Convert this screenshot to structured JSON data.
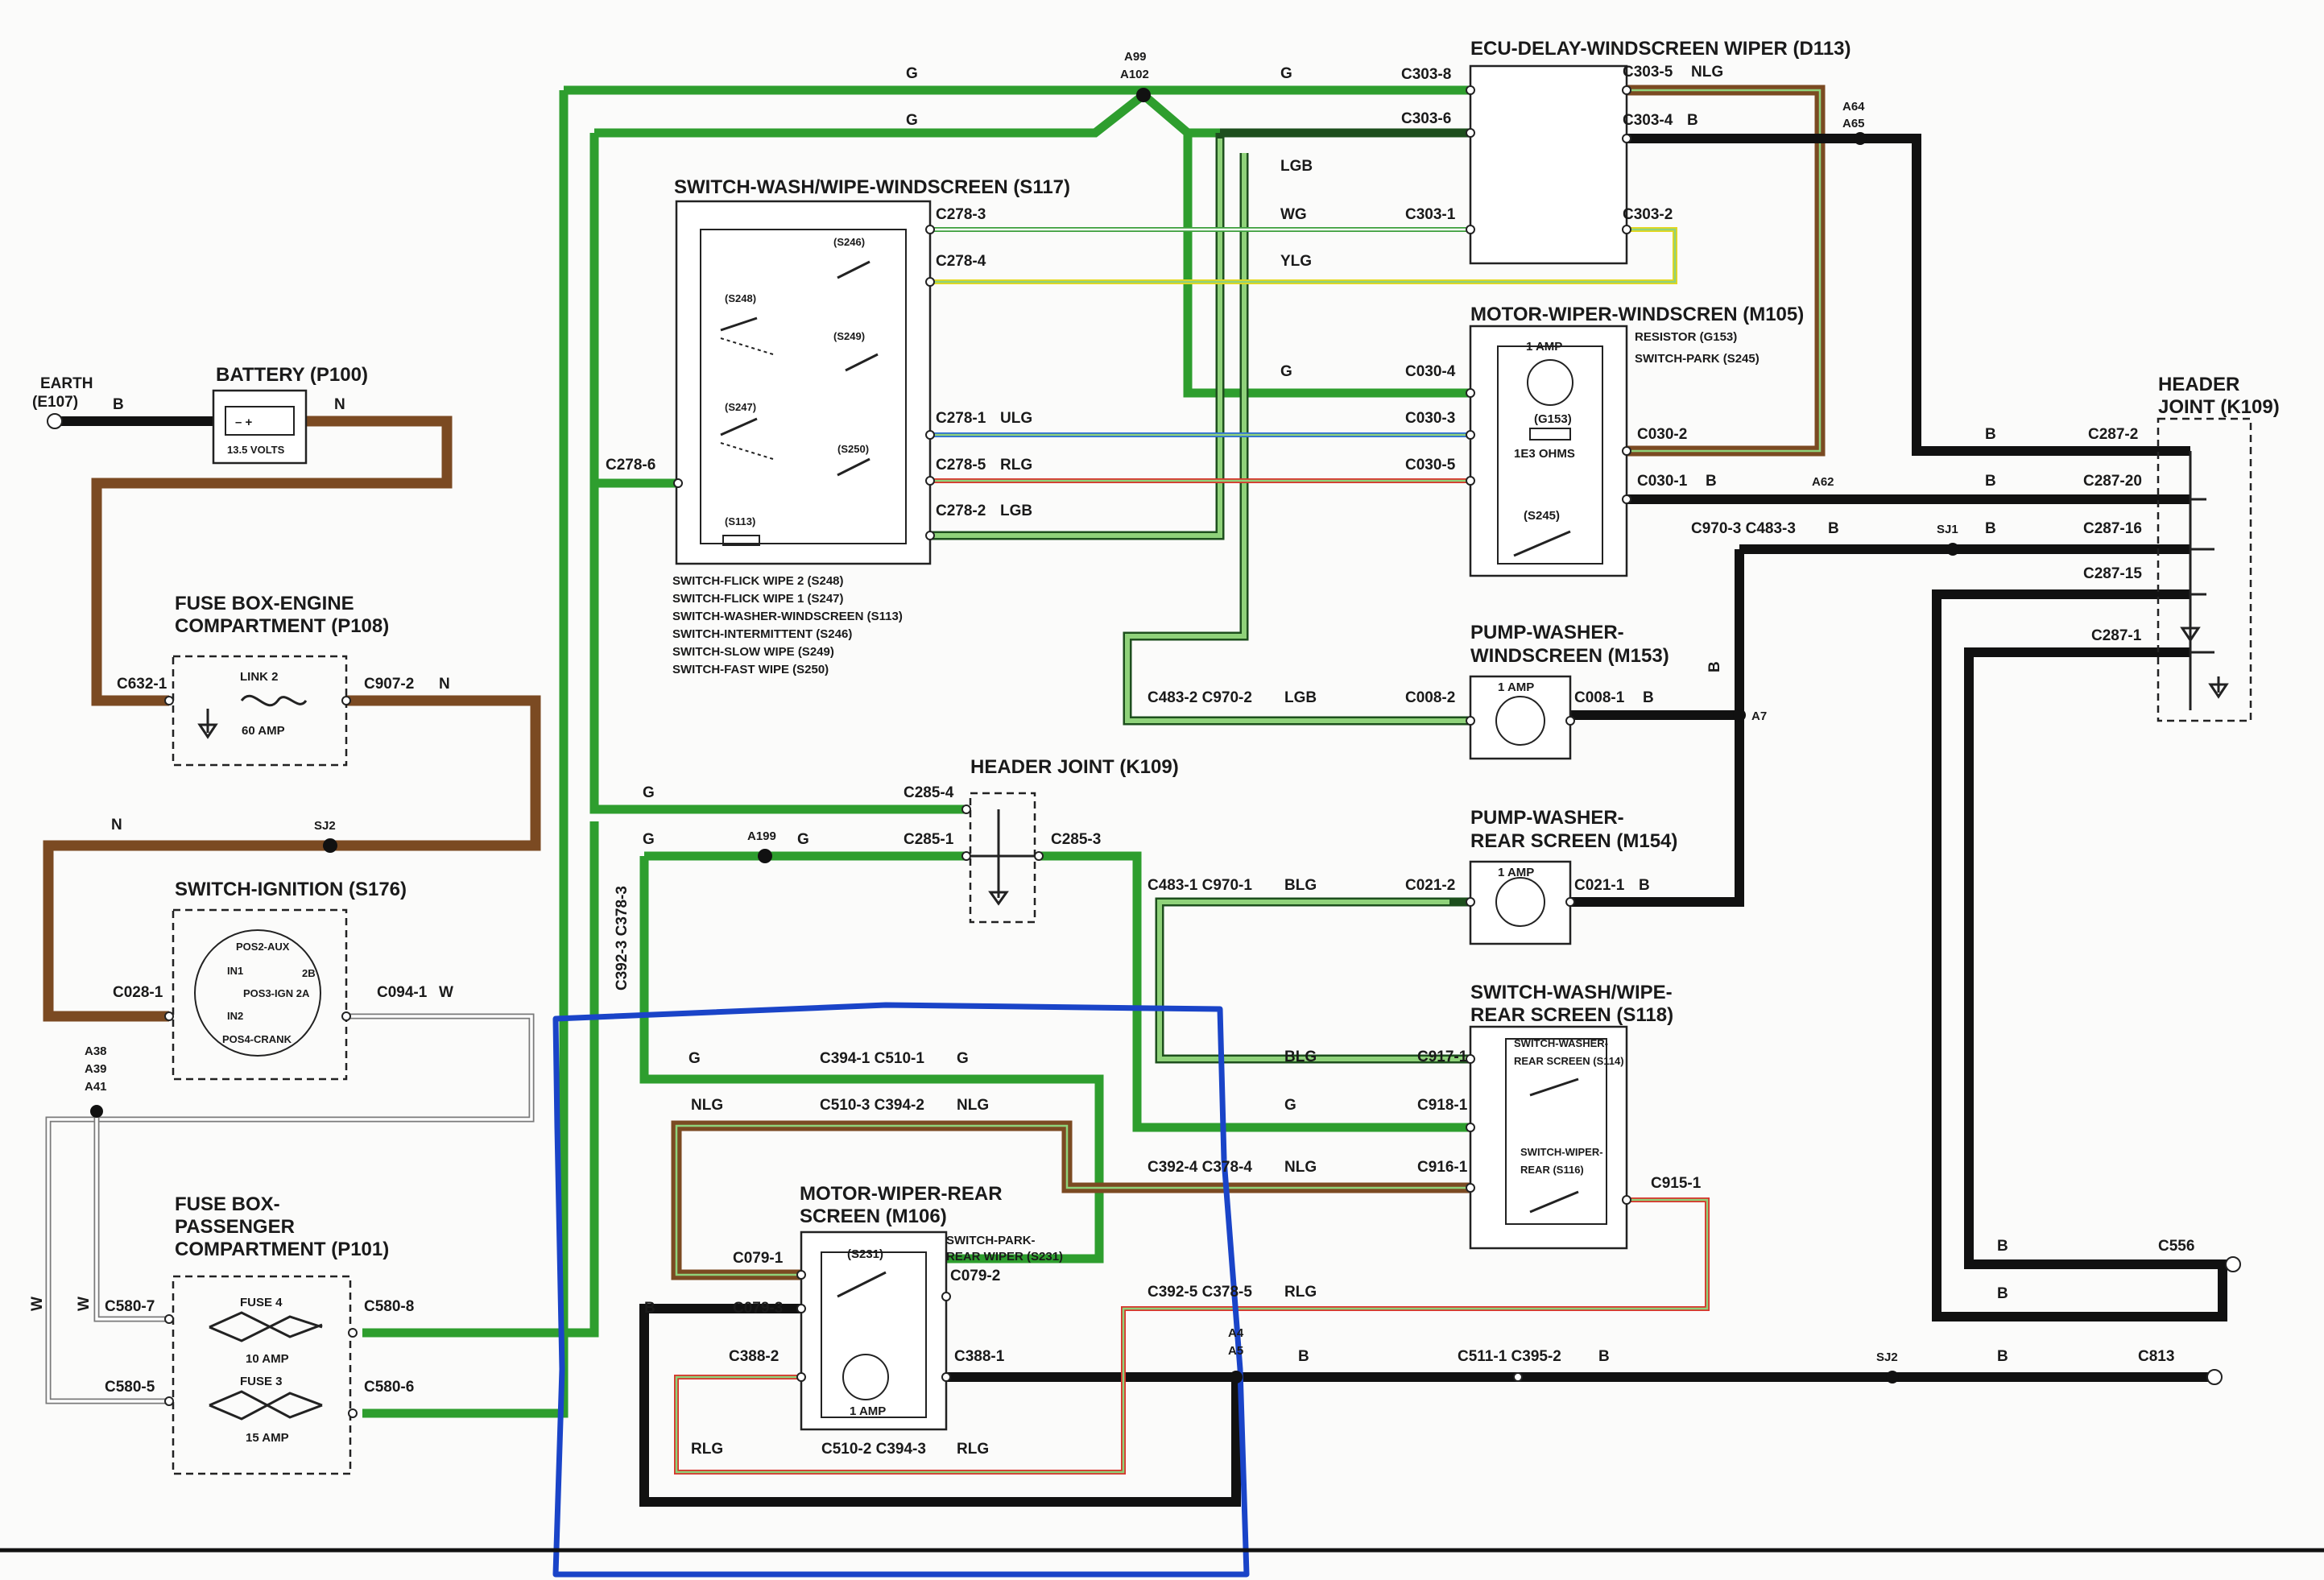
{
  "components": {
    "ecu": {
      "title": "ECU-DELAY-WINDSCREEN WIPER (D113)"
    },
    "switch_ws": {
      "title": "SWITCH-WASH/WIPE-WINDSCREEN (S117)"
    },
    "battery": {
      "title": "BATTERY (P100)",
      "volts": "13.5 VOLTS"
    },
    "earth": {
      "line1": "EARTH",
      "line2": "(E107)"
    },
    "fuse_engine": {
      "line1": "FUSE BOX-ENGINE",
      "line2": "COMPARTMENT (P108)",
      "link": "LINK 2",
      "amp": "60 AMP"
    },
    "ignition": {
      "title": "SWITCH-IGNITION (S176)",
      "in1": "IN1",
      "in2": "IN2",
      "pos2": "POS2-AUX",
      "pos3": "POS3-IGN 2A",
      "pos4": "POS4-CRANK",
      "b2": "2B"
    },
    "fuse_pass": {
      "line1": "FUSE BOX-",
      "line2": "PASSENGER",
      "line3": "COMPARTMENT (P101)",
      "fuse4": "FUSE 4",
      "amp4": "10 AMP",
      "fuse3": "FUSE 3",
      "amp3": "15 AMP"
    },
    "motor_ws": {
      "title": "MOTOR-WIPER-WINDSCREN (M105)",
      "note1": "RESISTOR (G153)",
      "note2": "SWITCH-PARK (S245)",
      "amp": "1 AMP",
      "res": "(G153)",
      "ohms": "1E3 OHMS",
      "park": "(S245)"
    },
    "pump_ws": {
      "line1": "PUMP-WASHER-",
      "line2": "WINDSCREEN (M153)",
      "amp": "1 AMP"
    },
    "pump_rs": {
      "line1": "PUMP-WASHER-",
      "line2": "REAR SCREEN (M154)",
      "amp": "1 AMP"
    },
    "header_k109_right": {
      "line1": "HEADER",
      "line2": "JOINT (K109)"
    },
    "header_k109_mid": {
      "title": "HEADER JOINT (K109)"
    },
    "switch_rs": {
      "line1": "SWITCH-WASH/WIPE-",
      "line2": "REAR SCREEN (S118)",
      "s114a": "SWITCH-WASHER-",
      "s114b": "REAR SCREEN (S114)",
      "s116a": "SWITCH-WIPER-",
      "s116b": "REAR (S116)"
    },
    "motor_rs": {
      "line1": "MOTOR-WIPER-REAR",
      "line2": "SCREEN (M106)",
      "park1": "SWITCH-PARK-",
      "park2": "REAR WIPER (S231)",
      "s231": "(S231)",
      "amp": "1 AMP"
    }
  },
  "switch_labels": [
    "(S246)",
    "(S248)",
    "(S249)",
    "(S247)",
    "(S250)",
    "(S113)"
  ],
  "switch_legend": [
    "SWITCH-FLICK WIPE 2 (S248)",
    "SWITCH-FLICK WIPE 1 (S247)",
    "SWITCH-WASHER-WINDSCREEN (S113)",
    "SWITCH-INTERMITTENT (S246)",
    "SWITCH-SLOW WIPE (S249)",
    "SWITCH-FAST WIPE (S250)"
  ],
  "connectors": {
    "c303_8": "C303-8",
    "c303_5": "C303-5",
    "c303_6": "C303-6",
    "c303_4": "C303-4",
    "c303_1": "C303-1",
    "c303_2": "C303-2",
    "c278_3": "C278-3",
    "c278_4": "C278-4",
    "c278_1": "C278-1",
    "c278_5": "C278-5",
    "c278_2": "C278-2",
    "c278_6": "C278-6",
    "c030_4": "C030-4",
    "c030_3": "C030-3",
    "c030_5": "C030-5",
    "c030_2": "C030-2",
    "c030_1": "C030-1",
    "c970_3_c483_3": "C970-3 C483-3",
    "c483_2_c970_2": "C483-2 C970-2",
    "c008_2": "C008-2",
    "c008_1": "C008-1",
    "c287_2": "C287-2",
    "c287_20": "C287-20",
    "c287_16": "C287-16",
    "c287_15": "C287-15",
    "c287_1": "C287-1",
    "c632_1": "C632-1",
    "c907_2": "C907-2",
    "c028_1": "C028-1",
    "c094_1": "C094-1",
    "c285_4": "C285-4",
    "c285_1": "C285-1",
    "c285_3": "C285-3",
    "c483_1_c970_1": "C483-1 C970-1",
    "c021_2": "C021-2",
    "c021_1": "C021-1",
    "c392_3_c378_3": "C392-3 C378-3",
    "c394_1_c510_1": "C394-1 C510-1",
    "c510_3_c394_2": "C510-3 C394-2",
    "c917_1": "C917-1",
    "c918_1": "C918-1",
    "c916_1": "C916-1",
    "c915_1": "C915-1",
    "c392_4_c378_4": "C392-4 C378-4",
    "c392_5_c378_5": "C392-5 C378-5",
    "c079_1": "C079-1",
    "c079_2": "C079-2",
    "c079_3": "C079-3",
    "c388_2": "C388-2",
    "c388_1": "C388-1",
    "c510_2_c394_3": "C510-2 C394-3",
    "c580_7": "C580-7",
    "c580_8": "C580-8",
    "c580_5": "C580-5",
    "c580_6": "C580-6",
    "c511_1_c395_2": "C511-1 C395-2",
    "c556": "C556",
    "c813": "C813"
  },
  "splices": {
    "a99": "A99",
    "a102": "A102",
    "a64": "A64",
    "a65": "A65",
    "a62": "A62",
    "sj1": "SJ1",
    "a7": "A7",
    "sj2_left": "SJ2",
    "a199": "A199",
    "a38": "A38",
    "a39": "A39",
    "a41": "A41",
    "a4": "A4",
    "a5": "A5",
    "sj2_right": "SJ2"
  },
  "wire_colors_text": {
    "g": "G",
    "nlg": "NLG",
    "b": "B",
    "lgb": "LGB",
    "wg": "WG",
    "ylg": "YLG",
    "ulg": "ULG",
    "rlg": "RLG",
    "n": "N",
    "w": "W",
    "blg": "BLG"
  },
  "colors": {
    "green": "#2e9e2e",
    "brown": "#7b4a22",
    "black": "#111111",
    "white_wire": "#7a7a7a",
    "yellow": "#e6d71a",
    "blue": "#2a6dd6",
    "red": "#d8322a",
    "light_green": "#8fd27a",
    "annotation_blue": "#1a44c8"
  }
}
